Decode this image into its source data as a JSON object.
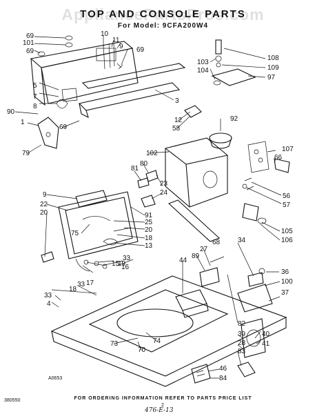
{
  "watermark": "AppliancePartsPros.com",
  "header": {
    "title": "TOP AND CONSOLE PARTS",
    "model": "For Model: 9CFA200W4"
  },
  "callouts": {
    "c69a": "69",
    "c101": "101",
    "c69b": "69",
    "c10": "10",
    "c11": "11",
    "c9top": "9",
    "c69c": "69",
    "c5": "5",
    "c7": "7",
    "c8": "8",
    "c90": "90",
    "c1": "1",
    "c69d": "69",
    "c79": "79",
    "c3": "3",
    "c108": "108",
    "c103": "103",
    "c109": "109",
    "c104": "104",
    "c97": "97",
    "c12": "12",
    "c58": "58",
    "c92": "92",
    "c102": "102",
    "c107": "107",
    "c66": "66",
    "c81": "81",
    "c80": "80",
    "c23": "23",
    "c24": "24",
    "c56": "56",
    "c57": "57",
    "c9b": "9",
    "c22": "22",
    "c20a": "20",
    "c91": "91",
    "c25": "25",
    "c20b": "20",
    "c75": "75",
    "c18a": "18",
    "c13": "13",
    "c105": "105",
    "c106": "106",
    "c68": "68",
    "c34": "34",
    "c27": "27",
    "c89": "89",
    "c44": "44",
    "c16": "16",
    "c15": "15",
    "c19": "19",
    "c33a": "33",
    "c36": "36",
    "c100": "100",
    "c17": "17",
    "c18b": "18",
    "c33b": "33",
    "c37": "37",
    "c33c": "33",
    "c4": "4",
    "c82": "82",
    "c39": "39",
    "c28": "28",
    "c83": "83",
    "c73": "73",
    "c70": "70",
    "c74": "74",
    "c40": "40",
    "c41": "41",
    "c46": "46",
    "c84": "84"
  },
  "small_code": "A0653",
  "footer": {
    "note": "FOR ORDERING INFORMATION REFER TO PARTS PRICE LIST",
    "doc_number": "380550",
    "page": "2",
    "handwritten": "476-E-13"
  }
}
